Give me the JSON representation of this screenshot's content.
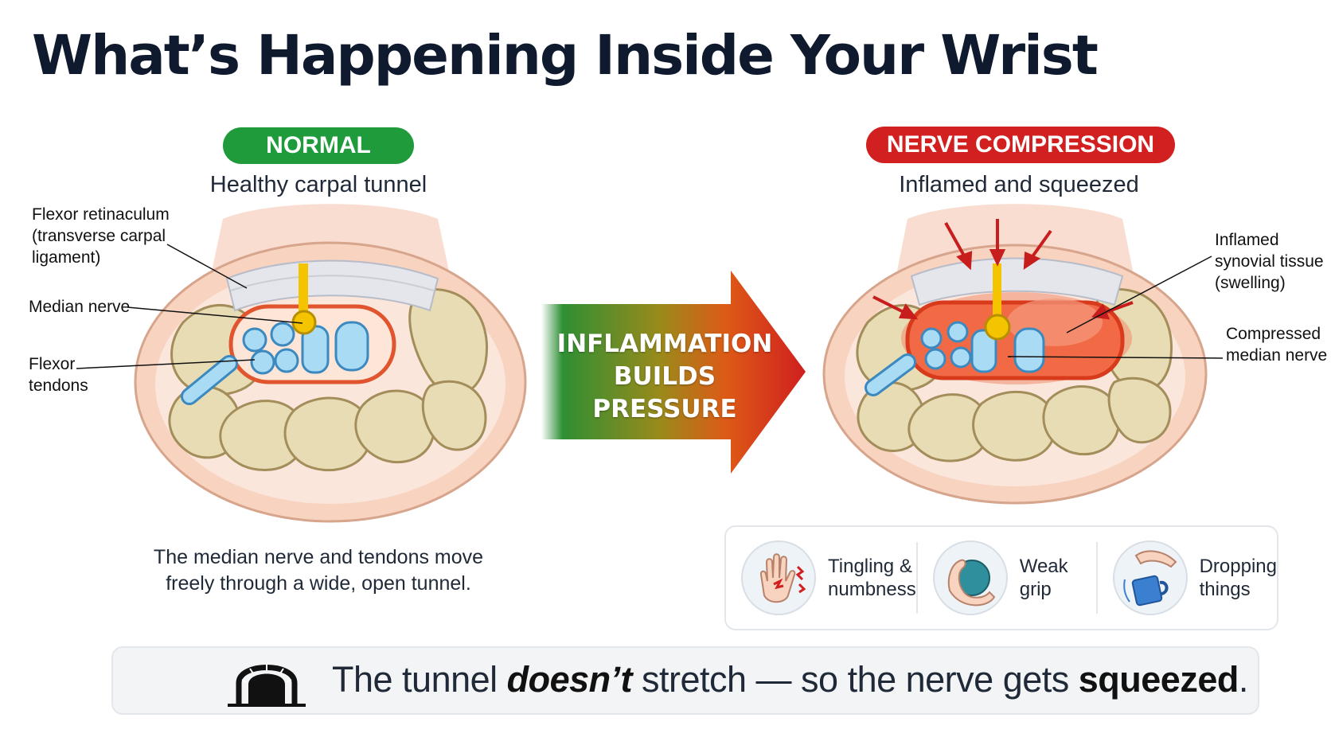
{
  "title": "What’s Happening Inside Your Wrist",
  "normal": {
    "badge": "NORMAL",
    "subtitle": "Healthy carpal tunnel",
    "labels": {
      "retinaculum": "Flexor retinaculum\n(transverse carpal\nligament)",
      "median_nerve": "Median nerve",
      "flexor_tendons": "Flexor\ntendons"
    },
    "caption": "The median nerve and tendons move\nfreely through a wide, open tunnel."
  },
  "arrow": {
    "line1": "INFLAMMATION",
    "line2": "BUILDS",
    "line3": "PRESSURE"
  },
  "compression": {
    "badge": "NERVE COMPRESSION",
    "subtitle": "Inflamed and squeezed",
    "labels": {
      "synovial": "Inflamed\nsynovial tissue\n(swelling)",
      "compressed_nerve": "Compressed\nmedian nerve"
    }
  },
  "symptoms": [
    {
      "label": "Tingling &\nnumbness",
      "icon": "tingling-hand-icon"
    },
    {
      "label": "Weak\ngrip",
      "icon": "grip-ball-icon"
    },
    {
      "label": "Dropping\nthings",
      "icon": "dropping-mug-icon"
    }
  ],
  "banner": {
    "icon": "tunnel-icon",
    "part1": "The tunnel ",
    "part2": "doesn’t",
    "part3": " stretch — so the nerve gets ",
    "part4": "squeezed",
    "part5": "."
  },
  "colors": {
    "normal_green": "#1f9b3c",
    "compression_red": "#d21f1f",
    "nerve_yellow": "#f5c400",
    "tendon_blue": "#9fd3ef",
    "bone_tan": "#e8dcb5",
    "skin": "#f7d3c0"
  }
}
